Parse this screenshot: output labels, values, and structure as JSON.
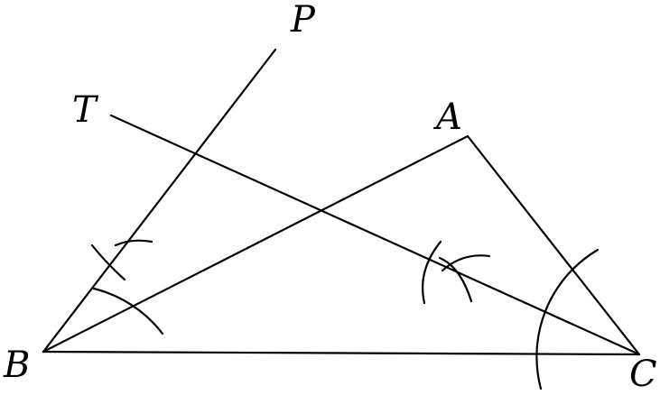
{
  "labels": {
    "P": "P",
    "T": "T",
    "A": "A",
    "B": "B",
    "C": "C"
  },
  "colors": {
    "stroke": "#000000",
    "background": "#ffffff"
  }
}
